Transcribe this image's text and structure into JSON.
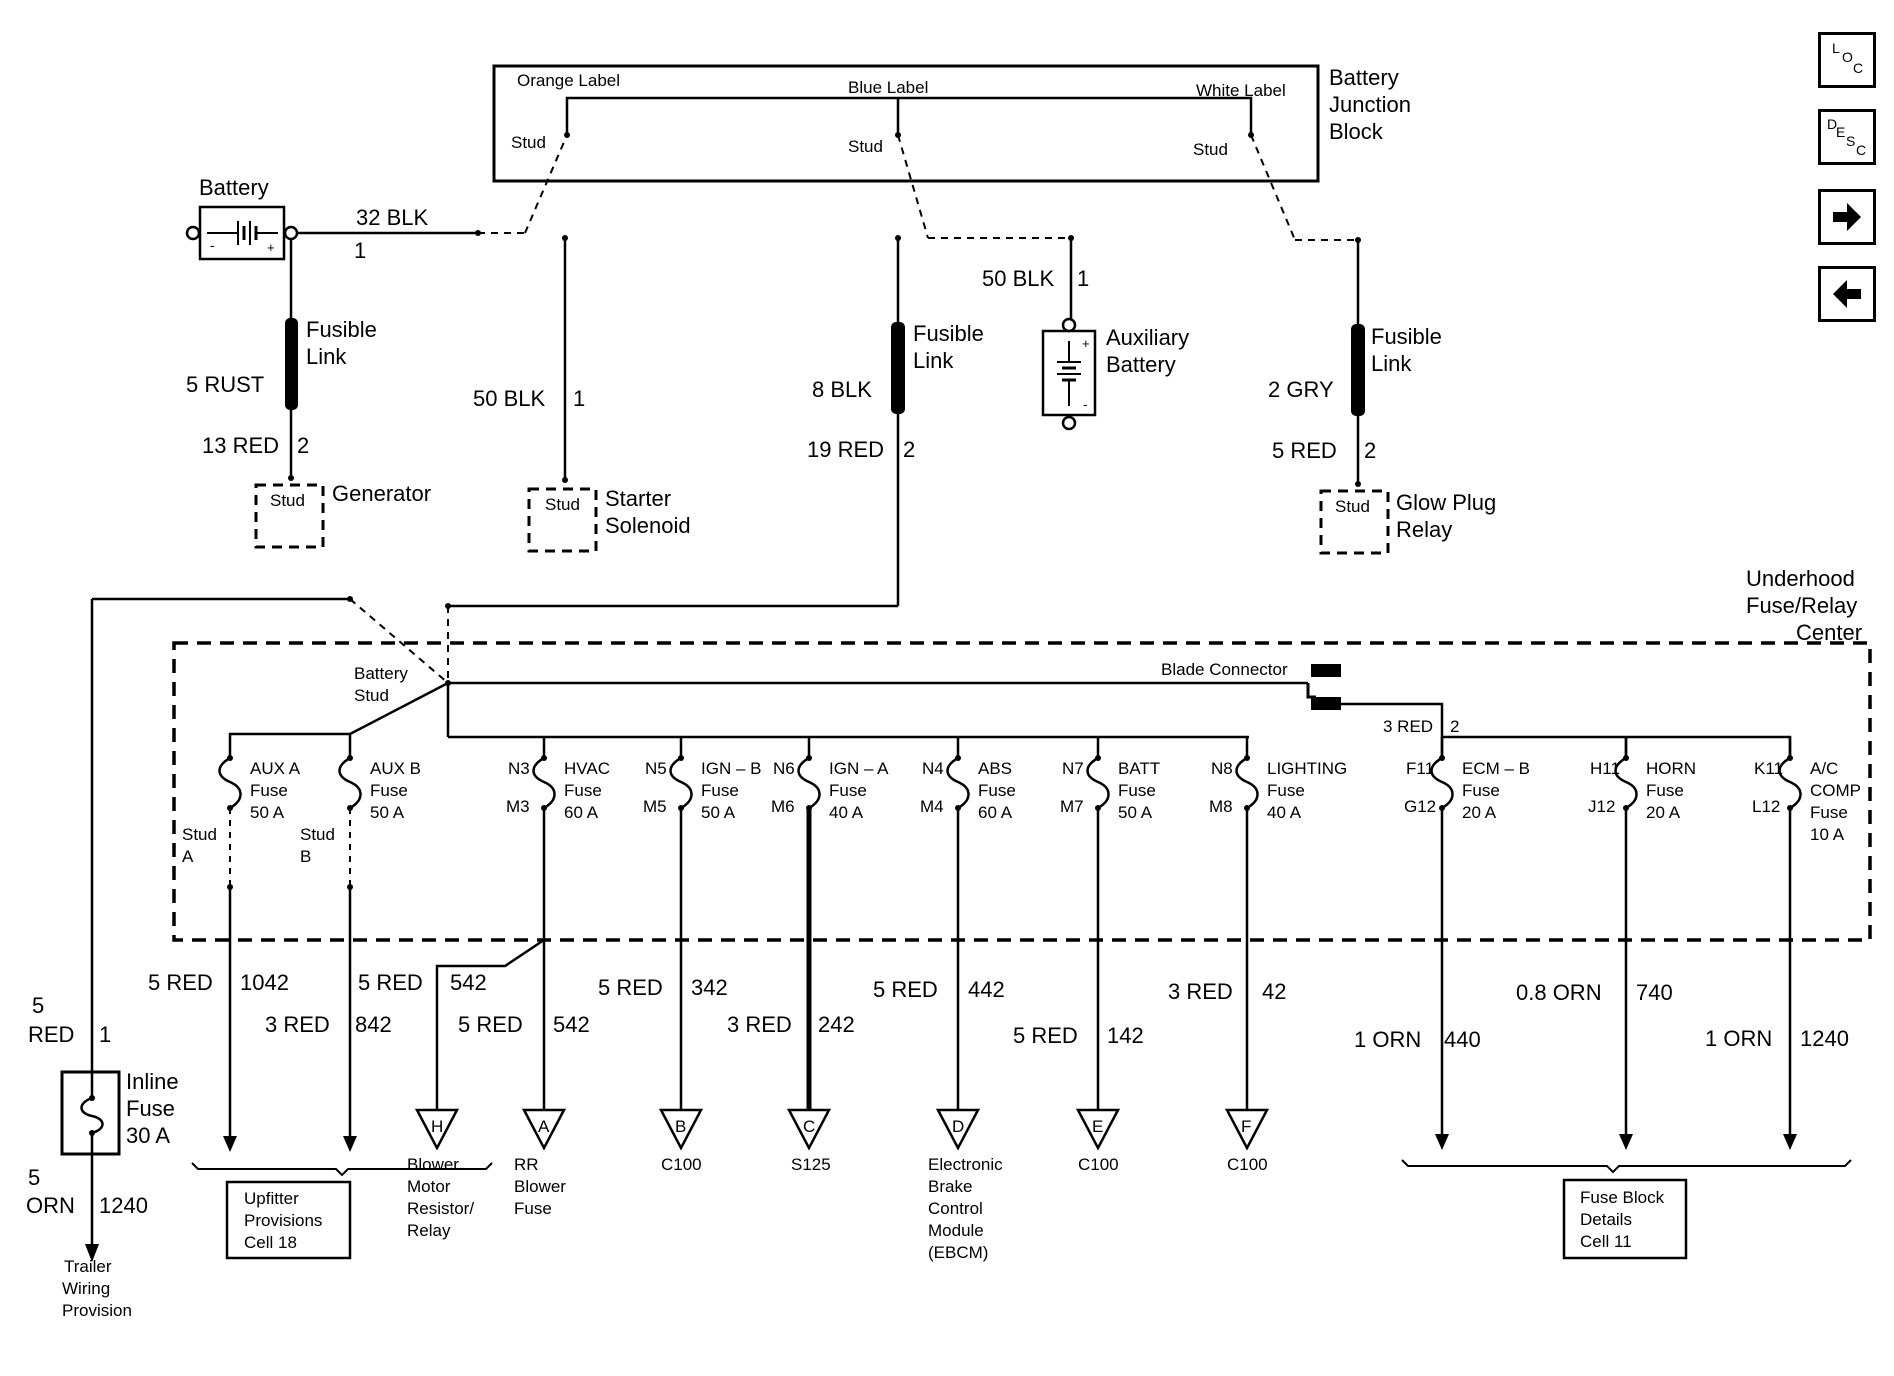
{
  "junction_block": {
    "title_lines": [
      "Battery",
      "Junction",
      "Block"
    ],
    "orange_label": "Orange Label",
    "blue_label": "Blue Label",
    "white_label": "White Label",
    "stud": "Stud"
  },
  "battery": {
    "label": "Battery",
    "wire": "32 BLK",
    "pin": "1"
  },
  "generator_branch": {
    "fusible": [
      "Fusible",
      "Link"
    ],
    "wire_top": "5 RUST",
    "wire_bottom": "13 RED",
    "pin": "2",
    "stud": "Stud",
    "name": "Generator"
  },
  "starter_branch": {
    "wire": "50 BLK",
    "pin": "1",
    "stud": "Stud",
    "name_lines": [
      "Starter",
      "Solenoid"
    ]
  },
  "center_branch": {
    "fusible": [
      "Fusible",
      "Link"
    ],
    "wire_top": "8 BLK",
    "wire_bottom": "19 RED",
    "pin": "2"
  },
  "aux_battery": {
    "wire": "50 BLK",
    "pin": "1",
    "name_lines": [
      "Auxiliary",
      "Battery"
    ]
  },
  "glow_branch": {
    "fusible": [
      "Fusible",
      "Link"
    ],
    "wire_top": "2 GRY",
    "wire_bottom": "5 RED",
    "pin": "2",
    "stud": "Stud",
    "name_lines": [
      "Glow Plug",
      "Relay"
    ]
  },
  "underhood": {
    "title_lines": [
      "Underhood",
      "Fuse/Relay",
      "Center"
    ],
    "battery_stud": [
      "Battery",
      "Stud"
    ],
    "blade_connector": "Blade Connector",
    "blade_wire": "3 RED",
    "blade_pin": "2",
    "stud_a": [
      "Stud",
      "A"
    ],
    "stud_b": [
      "Stud",
      "B"
    ]
  },
  "fuses": [
    {
      "name": "aux-a",
      "pin_top": "",
      "pin_bottom": "",
      "lines": [
        "AUX A",
        "Fuse",
        "50 A"
      ]
    },
    {
      "name": "aux-b",
      "pin_top": "",
      "pin_bottom": "",
      "lines": [
        "AUX B",
        "Fuse",
        "50 A"
      ]
    },
    {
      "name": "hvac",
      "pin_top": "N3",
      "pin_bottom": "M3",
      "lines": [
        "HVAC",
        "Fuse",
        "60 A"
      ]
    },
    {
      "name": "ign-b",
      "pin_top": "N5",
      "pin_bottom": "M5",
      "lines": [
        "IGN – B",
        "Fuse",
        "50 A"
      ]
    },
    {
      "name": "ign-a",
      "pin_top": "N6",
      "pin_bottom": "M6",
      "lines": [
        "IGN – A",
        "Fuse",
        "40 A"
      ]
    },
    {
      "name": "abs",
      "pin_top": "N4",
      "pin_bottom": "M4",
      "lines": [
        "ABS",
        "Fuse",
        "60 A"
      ]
    },
    {
      "name": "batt",
      "pin_top": "N7",
      "pin_bottom": "M7",
      "lines": [
        "BATT",
        "Fuse",
        "50 A"
      ]
    },
    {
      "name": "lighting",
      "pin_top": "N8",
      "pin_bottom": "M8",
      "lines": [
        "LIGHTING",
        "Fuse",
        "40 A"
      ]
    },
    {
      "name": "ecm-b",
      "pin_top": "F11",
      "pin_bottom": "G12",
      "lines": [
        "ECM – B",
        "Fuse",
        "20 A"
      ]
    },
    {
      "name": "horn",
      "pin_top": "H11",
      "pin_bottom": "J12",
      "lines": [
        "HORN",
        "Fuse",
        "20 A"
      ]
    },
    {
      "name": "ac-comp",
      "pin_top": "K11",
      "pin_bottom": "L12",
      "lines": [
        "A/C",
        "COMP",
        "Fuse",
        "10 A"
      ]
    }
  ],
  "wires": [
    {
      "name": "1042",
      "gauge": "5 RED",
      "circuit": "1042"
    },
    {
      "name": "842",
      "gauge": "3 RED",
      "circuit": "842"
    },
    {
      "name": "542-top",
      "gauge": "5 RED",
      "circuit": "542"
    },
    {
      "name": "542-bottom",
      "gauge": "5 RED",
      "circuit": "542"
    },
    {
      "name": "342",
      "gauge": "5 RED",
      "circuit": "342"
    },
    {
      "name": "242",
      "gauge": "3 RED",
      "circuit": "242"
    },
    {
      "name": "442",
      "gauge": "5 RED",
      "circuit": "442"
    },
    {
      "name": "142",
      "gauge": "5 RED",
      "circuit": "142"
    },
    {
      "name": "42",
      "gauge": "3 RED",
      "circuit": "42"
    },
    {
      "name": "440",
      "gauge": "1 ORN",
      "circuit": "440"
    },
    {
      "name": "740",
      "gauge": "0.8 ORN",
      "circuit": "740"
    },
    {
      "name": "1240-right",
      "gauge": "1 ORN",
      "circuit": "1240"
    }
  ],
  "inline_fuse": {
    "top_gauge_lines": [
      "5",
      "RED"
    ],
    "top_pin": "1",
    "lines": [
      "Inline",
      "Fuse",
      "30 A"
    ],
    "bottom_gauge_lines": [
      "5",
      "ORN"
    ],
    "bottom_circuit": "1240",
    "dest_lines": [
      "Trailer",
      "Wiring",
      "Provision"
    ]
  },
  "connectors": [
    {
      "letter": "H",
      "lines": [
        "Blower",
        "Motor",
        "Resistor/",
        "Relay"
      ]
    },
    {
      "letter": "A",
      "lines": [
        "RR",
        "Blower",
        "Fuse"
      ]
    },
    {
      "letter": "B",
      "lines": [
        "C100"
      ]
    },
    {
      "letter": "C",
      "lines": [
        "S125"
      ]
    },
    {
      "letter": "D",
      "lines": [
        "Electronic",
        "Brake",
        "Control",
        "Module",
        "(EBCM)"
      ]
    },
    {
      "letter": "E",
      "lines": [
        "C100"
      ]
    },
    {
      "letter": "F",
      "lines": [
        "C100"
      ]
    }
  ],
  "refs": {
    "upfitter": [
      "Upfitter",
      "Provisions",
      "Cell 18"
    ],
    "fuse_block": [
      "Fuse Block",
      "Details",
      "Cell 11"
    ]
  },
  "nav": {
    "loc": {
      "a": "L",
      "b": "O",
      "c": "C"
    },
    "desc": {
      "a": "D",
      "b": "E",
      "c": "S",
      "d": "C"
    },
    "next": "next-arrow-icon",
    "prev": "prev-arrow-icon"
  }
}
